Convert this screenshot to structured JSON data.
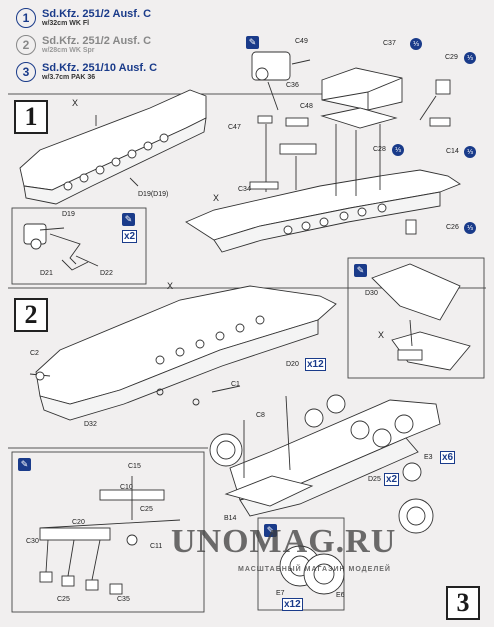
{
  "variants": [
    {
      "number": "1",
      "title": "Sd.Kfz. 251/2 Ausf. C",
      "subtitle": "w/32cm WK Fl",
      "style": "active"
    },
    {
      "number": "2",
      "title": "Sd.Kfz. 251/2 Ausf. C",
      "subtitle": "w/28cm WK Spr",
      "style": "grey"
    },
    {
      "number": "3",
      "title": "Sd.Kfz. 251/10 Ausf. C",
      "subtitle": "w/3.7cm PAK 36",
      "style": "active"
    }
  ],
  "steps": [
    "1",
    "2",
    "3"
  ],
  "labels": {
    "c49": "C49",
    "c36": "C36",
    "c37": "C37",
    "c29": "C29",
    "c48": "C48",
    "c47": "C47",
    "c28": "C28",
    "c14": "C14",
    "c34": "C34",
    "d19d19": "D19(D19)",
    "c26": "C26",
    "d19": "D19",
    "d21": "D21",
    "d22": "D22",
    "d30": "D30",
    "c2": "C2",
    "d20": "D20",
    "c1": "C1",
    "d32": "D32",
    "c8": "C8",
    "e3": "E3",
    "d25": "D25",
    "b14": "B14",
    "c15": "C15",
    "c10": "C10",
    "c25a": "C25",
    "c20": "C20",
    "c11": "C11",
    "c30": "C30",
    "c25b": "C25",
    "c35": "C35",
    "e7": "E7",
    "e6": "E6"
  },
  "multipliers": {
    "x2a": "x2",
    "x12a": "x12",
    "x6": "x6",
    "x2b": "x2",
    "x12b": "x12"
  },
  "mark_x": "X",
  "watermark": {
    "title": "UNOMAG.RU",
    "subtitle": "МАСШТАБНЫЙ МАГАЗИН МОДЕЛЕЙ"
  }
}
